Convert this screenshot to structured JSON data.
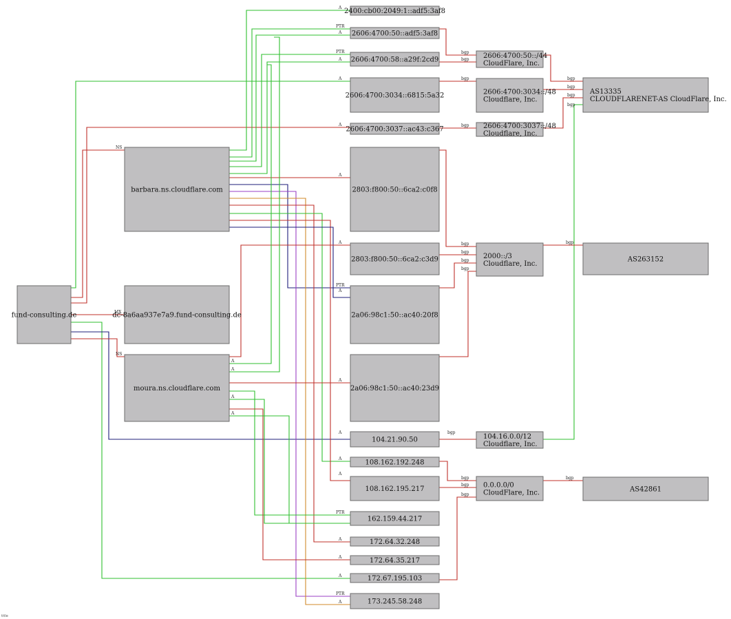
{
  "colors": {
    "A": "#2fbf2f",
    "AAAA": "#c0302a",
    "NS": "#c0302a",
    "MX": "#c0302a",
    "PTR": "#2fbf2f",
    "bgp": "#c0302a",
    "alt_navy": "#1c1c7a",
    "alt_purple": "#9a3fc4",
    "alt_orange": "#d08a2a"
  },
  "nodes": [
    {
      "id": "fund",
      "label": "fund-consulting.de"
    },
    {
      "id": "barbara",
      "label": "barbara.ns.cloudflare.com"
    },
    {
      "id": "dc",
      "label": "dc-8a6aa937e7a9.fund-consulting.de"
    },
    {
      "id": "moura",
      "label": "moura.ns.cloudflare.com"
    },
    {
      "id": "ip1",
      "label": "2400:cb00:2049:1::adf5:3af8"
    },
    {
      "id": "ip2",
      "label": "2606:4700:50::adf5:3af8"
    },
    {
      "id": "ip3",
      "label": "2606:4700:58::a29f:2cd9"
    },
    {
      "id": "ip4",
      "label": "2606:4700:3034::6815:5a32"
    },
    {
      "id": "ip5",
      "label": "2606:4700:3037::ac43:c367"
    },
    {
      "id": "ip6",
      "label": "2803:f800:50::6ca2:c0f8"
    },
    {
      "id": "ip7",
      "label": "2803:f800:50::6ca2:c3d9"
    },
    {
      "id": "ip8",
      "label": "2a06:98c1:50::ac40:20f8"
    },
    {
      "id": "ip9",
      "label": "2a06:98c1:50::ac40:23d9"
    },
    {
      "id": "ip10",
      "label": "104.21.90.50"
    },
    {
      "id": "ip11",
      "label": "108.162.192.248"
    },
    {
      "id": "ip12",
      "label": "108.162.195.217"
    },
    {
      "id": "ip13",
      "label": "162.159.44.217"
    },
    {
      "id": "ip14",
      "label": "172.64.32.248"
    },
    {
      "id": "ip15",
      "label": "172.64.35.217"
    },
    {
      "id": "ip16",
      "label": "172.67.195.103"
    },
    {
      "id": "ip17",
      "label": "173.245.58.248"
    },
    {
      "id": "pf1",
      "label": "2606:4700:50::/44",
      "label2": "CloudFlare, Inc."
    },
    {
      "id": "pf2",
      "label": "2606:4700:3034::/48",
      "label2": "Cloudflare, Inc."
    },
    {
      "id": "pf3",
      "label": "2606:4700:3037::/48",
      "label2": "Cloudflare, Inc."
    },
    {
      "id": "pf4",
      "label": "2000::/3",
      "label2": "Cloudflare, Inc."
    },
    {
      "id": "pf5",
      "label": "104.16.0.0/12",
      "label2": "Cloudflare, Inc."
    },
    {
      "id": "pf6",
      "label": "0.0.0.0/0",
      "label2": "CloudFlare, Inc."
    },
    {
      "id": "as1",
      "label": "AS13335",
      "label2": "CLOUDFLARENET-AS CloudFlare, Inc."
    },
    {
      "id": "as2",
      "label": "AS263152"
    },
    {
      "id": "as3",
      "label": "AS42861"
    }
  ],
  "edge_labels": {
    "A": "A",
    "PTR": "PTR",
    "NS": "NS",
    "MX": "MX",
    "bgp": "bgp"
  },
  "footer": "title"
}
